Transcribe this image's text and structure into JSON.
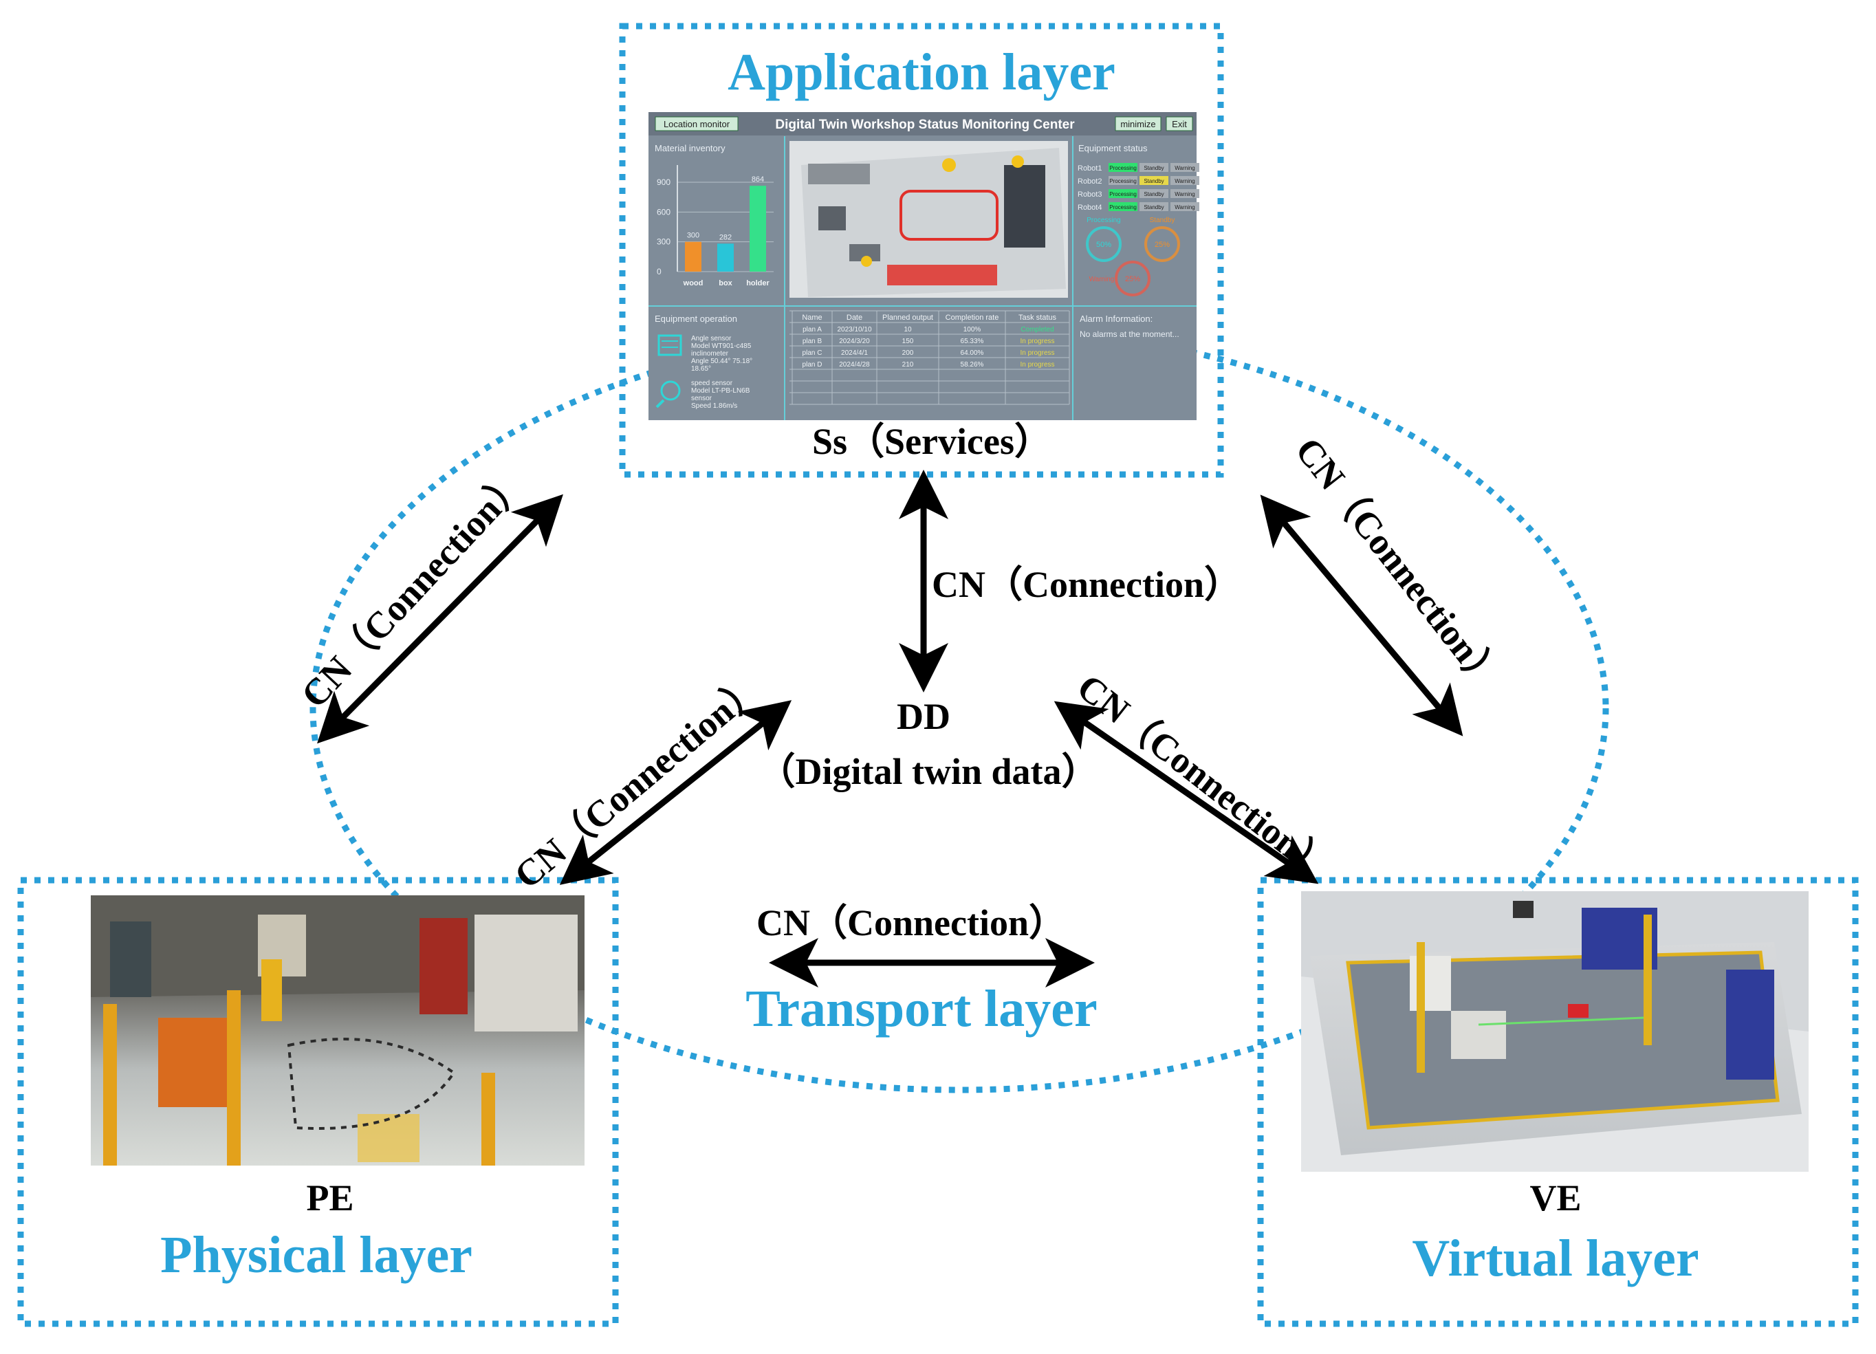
{
  "layers": {
    "application": "Application layer",
    "physical": "Physical layer",
    "virtual": "Virtual layer",
    "transport": "Transport layer"
  },
  "nodes": {
    "services": "Ss（Services）",
    "dd_short": "DD",
    "dd_full": "（Digital twin data）",
    "pe": "PE",
    "ve": "VE"
  },
  "connection_label": "CN（Connection）",
  "dashboard": {
    "title": "Digital Twin Workshop Status Monitoring Center",
    "location_button": "Location monitor",
    "minimize_button": "minimize",
    "exit_button": "Exit",
    "material_title": "Material inventory",
    "material_axis": [
      "900",
      "600",
      "300",
      "0"
    ],
    "materials": [
      {
        "name": "wood",
        "value": 300,
        "label": "300",
        "color": "#f0902a"
      },
      {
        "name": "box",
        "value": 282,
        "label": "282",
        "color": "#29c5d8"
      },
      {
        "name": "holder",
        "value": 864,
        "label": "864",
        "color": "#35e08a"
      }
    ],
    "equipment_status_title": "Equipment status",
    "robots": [
      {
        "name": "Robot1",
        "active": "Processing"
      },
      {
        "name": "Robot2",
        "active": "Standby"
      },
      {
        "name": "Robot3",
        "active": "Processing"
      },
      {
        "name": "Robot4",
        "active": "Processing"
      }
    ],
    "status_labels": [
      "Processing",
      "Standby",
      "Warning"
    ],
    "gauge_labels": [
      "Processing",
      "Standby",
      "Warning"
    ],
    "gauge_values": [
      "50%",
      "25%",
      "25%"
    ],
    "equipment_operation_title": "Equipment operation",
    "sensors": [
      {
        "lines": [
          "Angle sensor",
          "Model WT901-c485",
          "inclinometer",
          "Angle 50.44° 75.18°",
          "18.65°"
        ]
      },
      {
        "lines": [
          "speed sensor",
          "Model LT-PB-LN6B",
          "sensor",
          "Speed 1.86m/s"
        ]
      }
    ],
    "plan_headers": [
      "Name",
      "Date",
      "Planned output",
      "Completion rate",
      "Task status"
    ],
    "plans": [
      [
        "plan A",
        "2023/10/10",
        "10",
        "100%",
        "Completed"
      ],
      [
        "plan B",
        "2024/3/20",
        "150",
        "65.33%",
        "In progress"
      ],
      [
        "plan C",
        "2024/4/1",
        "200",
        "64.00%",
        "In progress"
      ],
      [
        "plan D",
        "2024/4/28",
        "210",
        "58.26%",
        "In progress"
      ]
    ],
    "alarm_title": "Alarm Information:",
    "alarm_text": "No alarms at the moment..."
  },
  "colors": {
    "layer_title": "#29a3d9",
    "dotted": "#2a9fd8",
    "dashboard_bg": "#7f8c99",
    "panel_line": "#5fe0e8"
  }
}
